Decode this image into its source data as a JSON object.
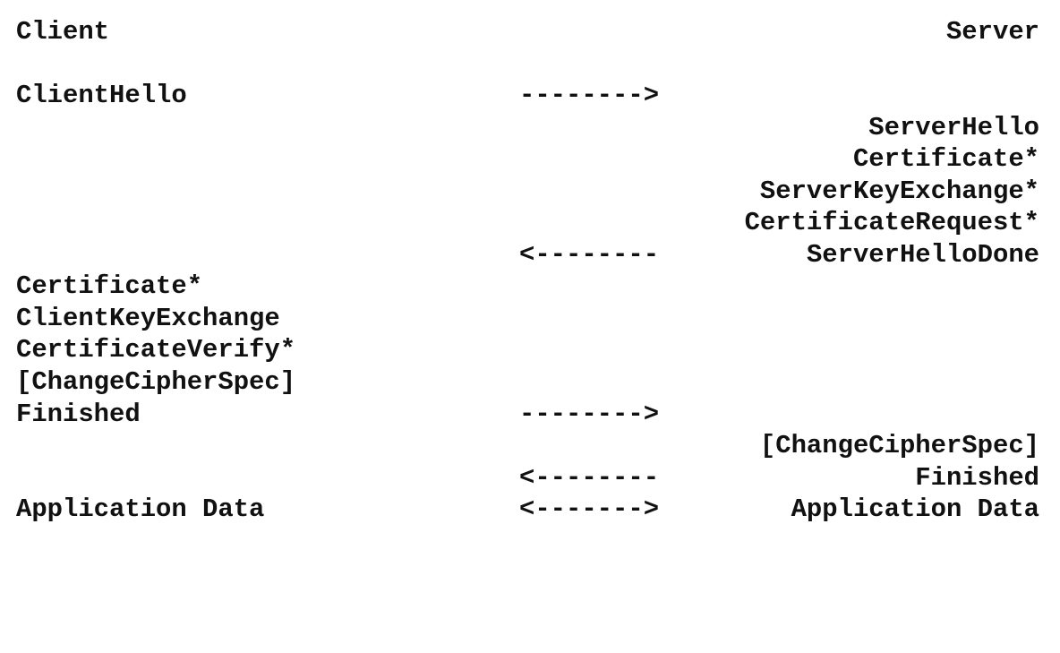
{
  "header": {
    "client": "Client",
    "server": "Server"
  },
  "rows": [
    {
      "left": "",
      "mid": "",
      "right": ""
    },
    {
      "left": "",
      "mid": "",
      "right": ""
    },
    {
      "left": "ClientHello",
      "mid": "-------->",
      "right": ""
    },
    {
      "left": "",
      "mid": "",
      "right": "ServerHello"
    },
    {
      "left": "",
      "mid": "",
      "right": "Certificate*"
    },
    {
      "left": "",
      "mid": "",
      "right": "ServerKeyExchange*"
    },
    {
      "left": "",
      "mid": "",
      "right": "CertificateRequest*"
    },
    {
      "left": "",
      "mid": "<--------",
      "right": "ServerHelloDone"
    },
    {
      "left": "Certificate*",
      "mid": "",
      "right": ""
    },
    {
      "left": "ClientKeyExchange",
      "mid": "",
      "right": ""
    },
    {
      "left": "CertificateVerify*",
      "mid": "",
      "right": ""
    },
    {
      "left": "[ChangeCipherSpec]",
      "mid": "",
      "right": ""
    },
    {
      "left": "Finished",
      "mid": "-------->",
      "right": ""
    },
    {
      "left": "",
      "mid": "",
      "right": "[ChangeCipherSpec]"
    },
    {
      "left": "",
      "mid": "<--------",
      "right": "Finished"
    },
    {
      "left": "Application Data",
      "mid": "<------->",
      "right": "Application Data"
    }
  ]
}
